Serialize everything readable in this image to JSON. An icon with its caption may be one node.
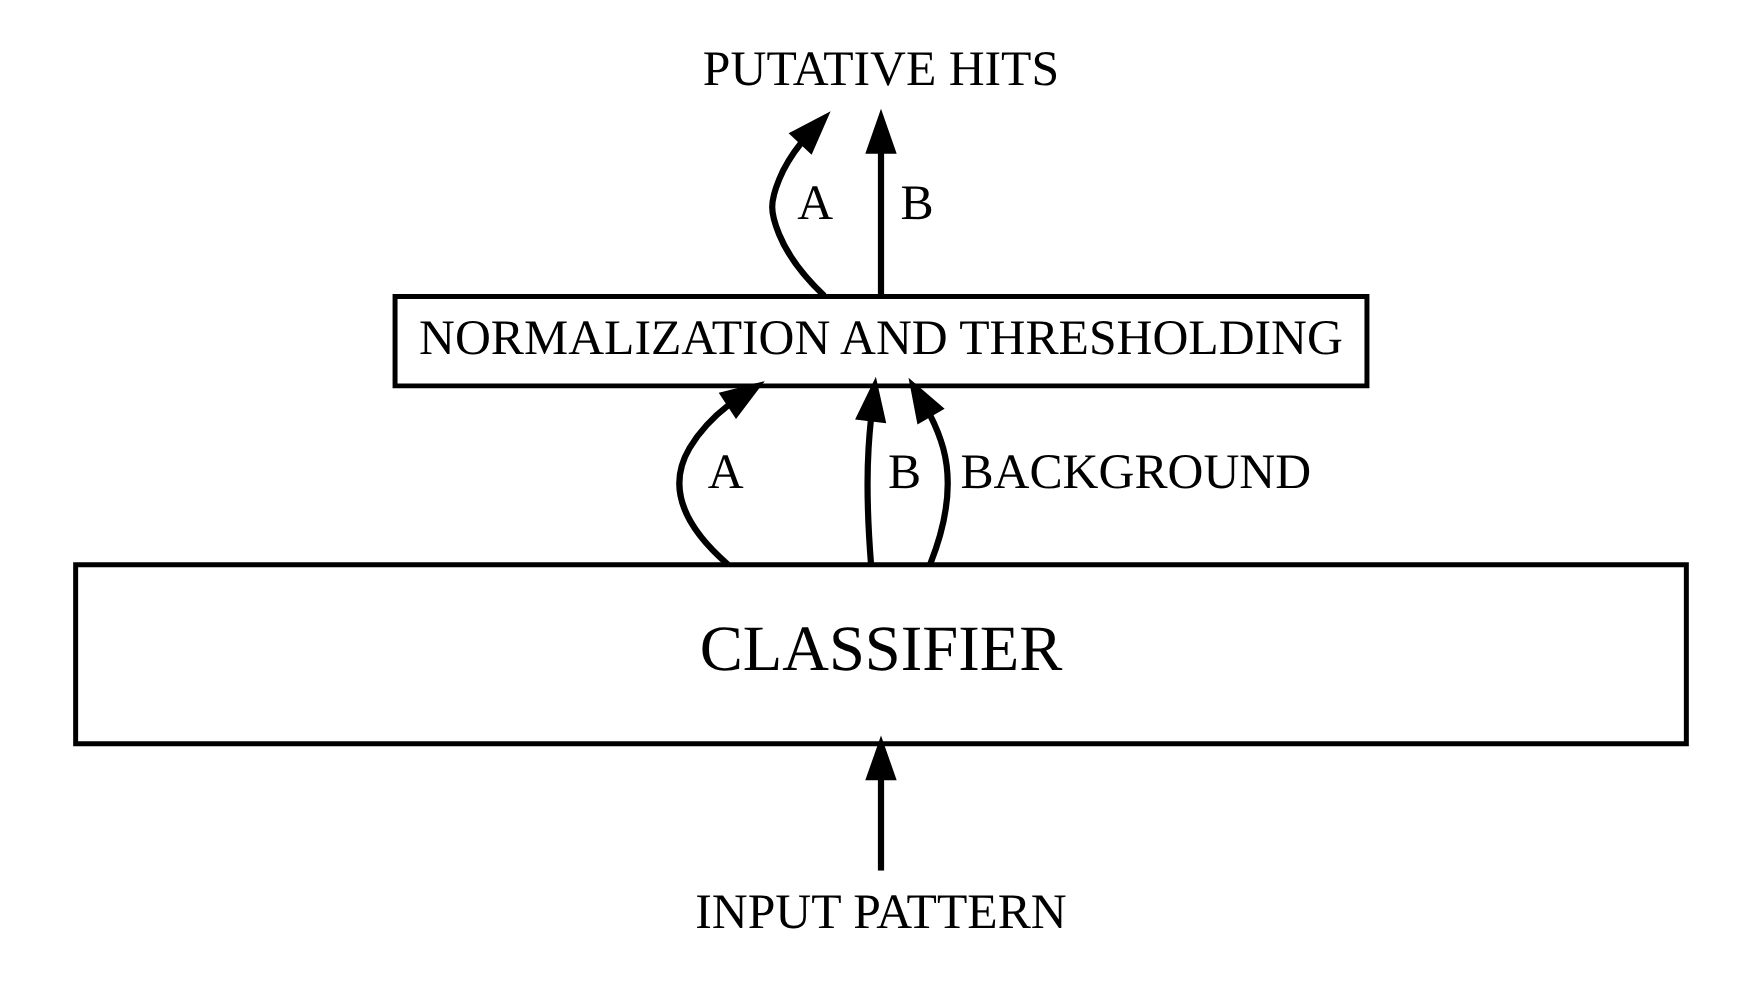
{
  "diagram": {
    "nodes": [
      {
        "text": [
          "PUTATIVE HITS"
        ]
      },
      {
        "text": [
          "NORMALIZATION AND THRESHOLDING"
        ]
      },
      {
        "text": [
          "CLASSIFIER"
        ]
      },
      {
        "text": [
          "INPUT PATTERN"
        ]
      }
    ],
    "edges": [
      {
        "from": 1,
        "to": 0,
        "arrow": "to",
        "label": "A"
      },
      {
        "from": 1,
        "to": 0,
        "arrow": "to",
        "label": "B"
      },
      {
        "from": 2,
        "to": 1,
        "arrow": "to",
        "label": "A"
      },
      {
        "from": 2,
        "to": 1,
        "arrow": "to",
        "label": "B"
      },
      {
        "from": 2,
        "to": 1,
        "arrow": "to",
        "label": "BACKGROUND"
      },
      {
        "from": 3,
        "to": 2,
        "arrow": "to"
      }
    ]
  }
}
